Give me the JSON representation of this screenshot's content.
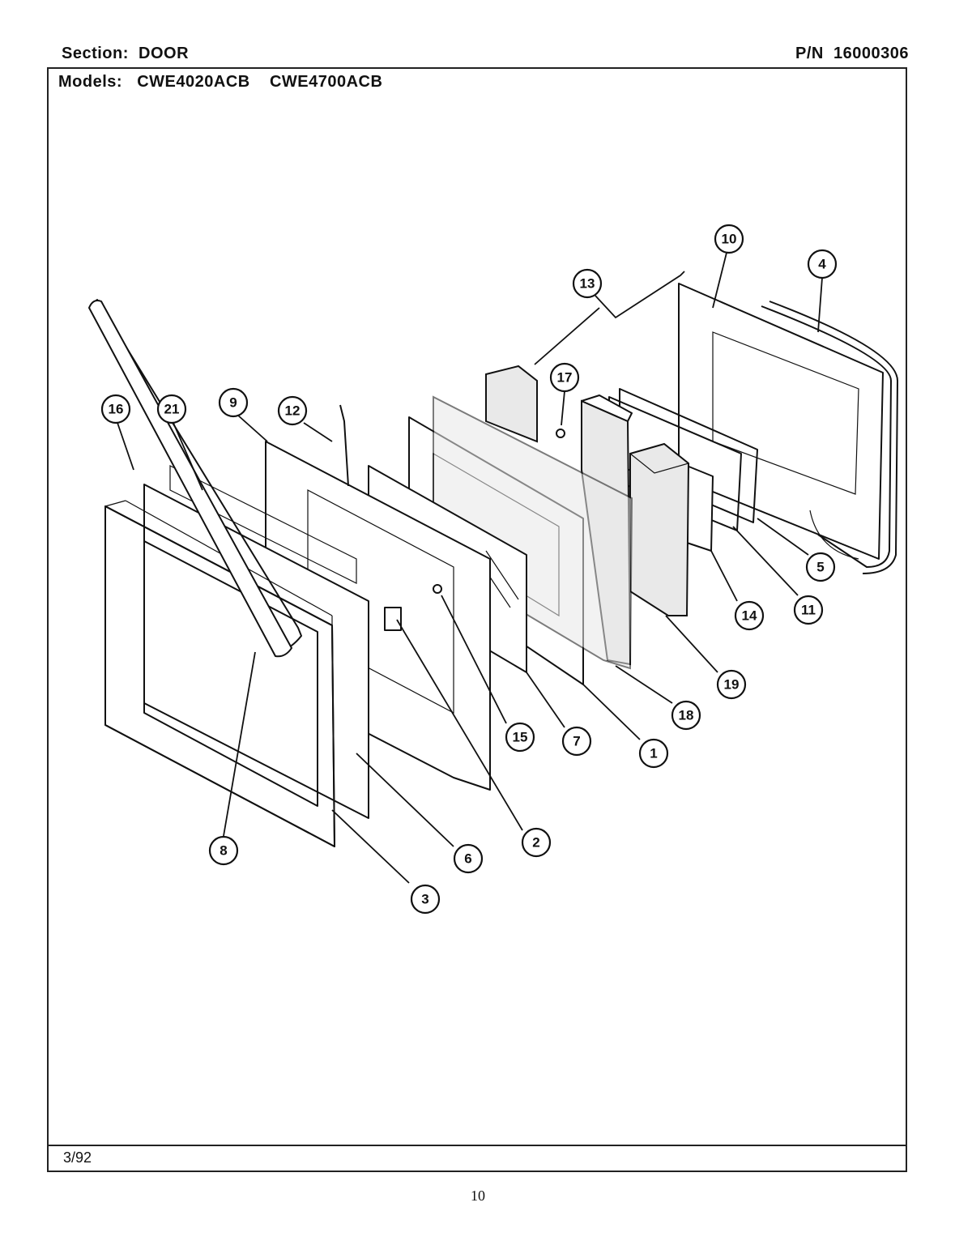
{
  "header": {
    "section_label": "Section:",
    "section_value": "DOOR",
    "pn_label": "P/N",
    "pn_value": "16000306",
    "models_label": "Models:",
    "models": [
      "CWE4020ACB",
      "CWE4700ACB"
    ]
  },
  "footer": {
    "date": "3/92",
    "page_number": "10"
  },
  "callouts": [
    "1",
    "2",
    "3",
    "4",
    "5",
    "6",
    "7",
    "8",
    "9",
    "10",
    "11",
    "12",
    "13",
    "14",
    "15",
    "16",
    "17",
    "18",
    "19",
    "21"
  ]
}
